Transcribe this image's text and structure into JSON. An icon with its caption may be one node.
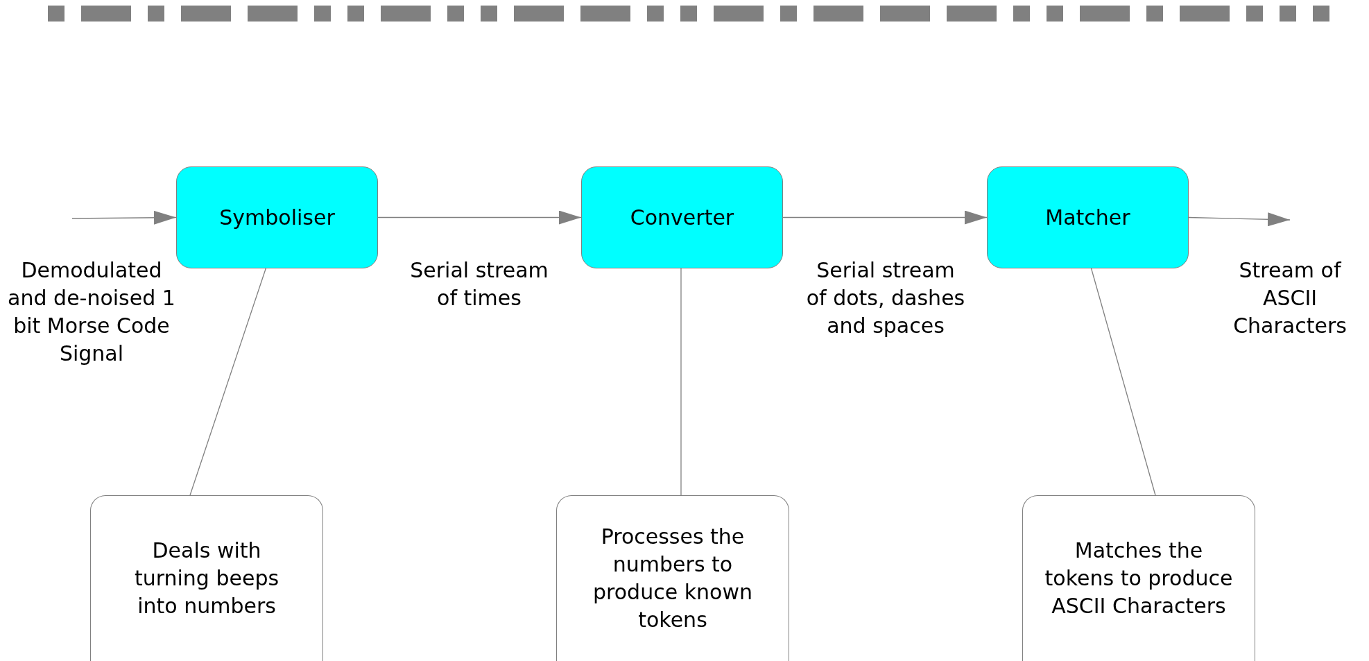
{
  "diagram": {
    "nodes": [
      {
        "text": [
          "Symboliser"
        ]
      },
      {
        "text": [
          "Converter"
        ]
      },
      {
        "text": [
          "Matcher"
        ]
      },
      {
        "text": [
          "Deals with turning beeps into numbers"
        ]
      },
      {
        "text": [
          "Processes the numbers to produce known tokens"
        ]
      },
      {
        "text": [
          "Matches the tokens to produce ASCII Characters"
        ]
      }
    ],
    "edges": [
      {
        "from": null,
        "to": 0,
        "arrow": "to",
        "label": "Demodulated and de-noised 1 bit Morse Code Signal"
      },
      {
        "from": 0,
        "to": 1,
        "arrow": "to",
        "label": "Serial stream of times"
      },
      {
        "from": 1,
        "to": 2,
        "arrow": "to",
        "label": "Serial stream of dots, dashes and spaces"
      },
      {
        "from": 2,
        "to": null,
        "arrow": "to",
        "label": "Stream of ASCII Characters"
      },
      {
        "from": 3,
        "to": 0,
        "arrow": "none"
      },
      {
        "from": 4,
        "to": 1,
        "arrow": "none"
      },
      {
        "from": 5,
        "to": 2,
        "arrow": "none"
      }
    ]
  }
}
